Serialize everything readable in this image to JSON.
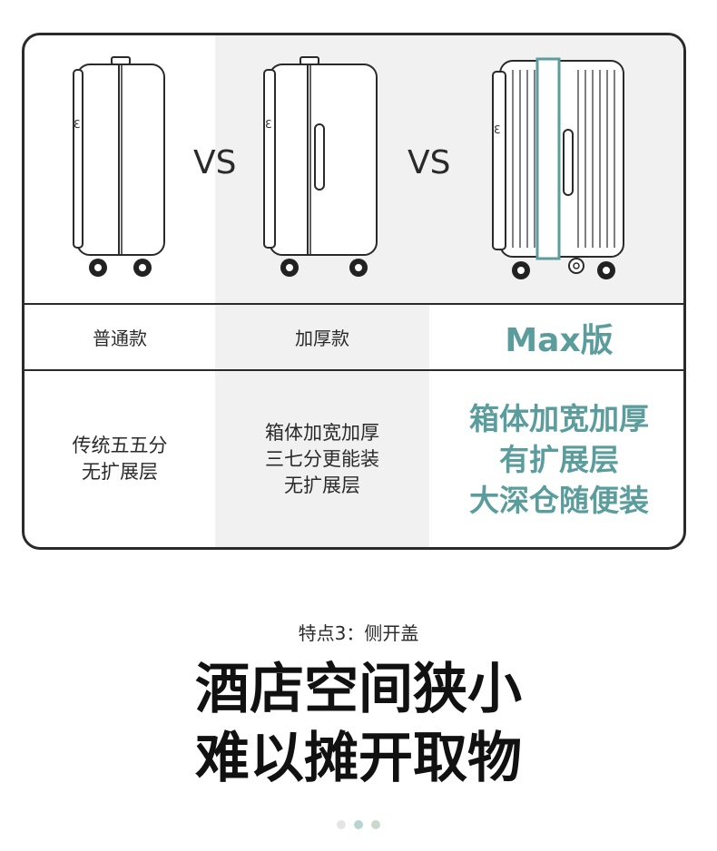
{
  "columns": [
    {
      "label": "普通款",
      "description": "传统五五分\n无扩展层"
    },
    {
      "label": "加厚款",
      "description": "箱体加宽加厚\n三七分更能装\n无扩展层"
    },
    {
      "label": "Max版",
      "description": "箱体加宽加厚\n有扩展层\n大深仓随便装"
    }
  ],
  "vs_label": "VS",
  "feature_subtitle": "特点3：侧开盖",
  "headline_line1": "酒店空间狭小",
  "headline_line2": "难以摊开取物",
  "colors": {
    "accent": "#5a9d9c",
    "border": "#2a2a2a",
    "panel": "#f2f1f1"
  },
  "pagination": {
    "count": 3,
    "active": 1
  }
}
